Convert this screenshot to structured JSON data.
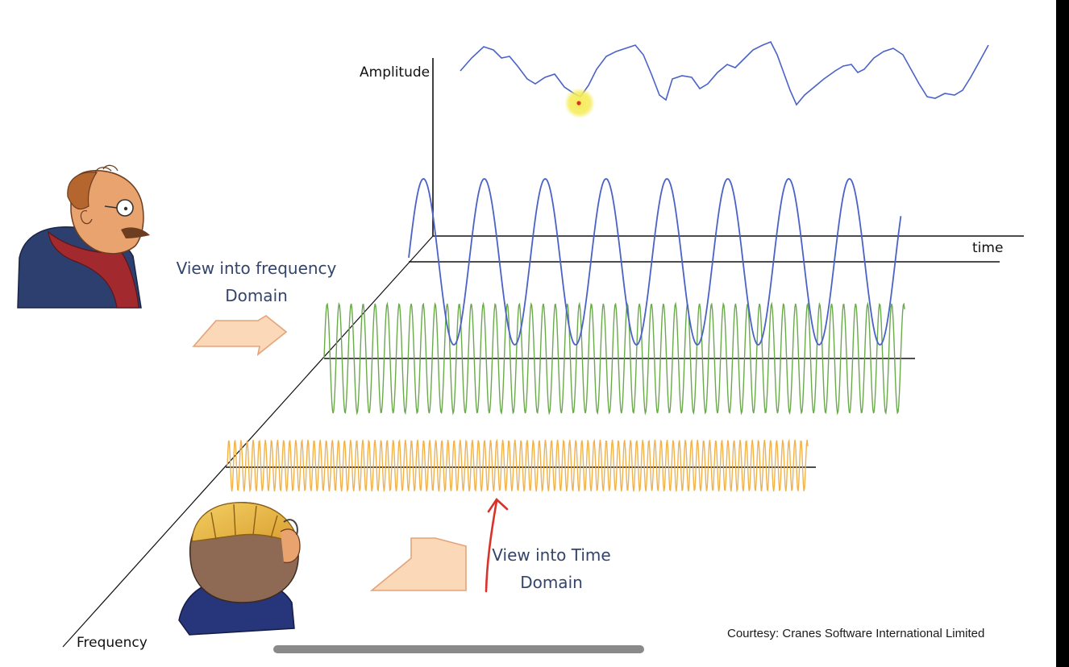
{
  "labels": {
    "amplitude": "Amplitude",
    "time": "time",
    "frequency": "Frequency",
    "view_frequency_line1": "View into frequency",
    "view_frequency_line2": "Domain",
    "view_time_line1": "View into Time",
    "view_time_line2": "Domain",
    "courtesy": "Courtesy: Cranes Software International Limited"
  },
  "colors": {
    "composite_wave": "#4a62c8",
    "low_freq_wave": "#4a62c8",
    "mid_freq_wave": "#6aaa4a",
    "high_freq_wave": "#f2b24a",
    "axis": "#111111",
    "arrow_fill": "#fbd9b8",
    "arrow_stroke": "#e3a37a",
    "pen_annotation": "#d8332a",
    "cursor_highlight": "#f6ec5a"
  },
  "icons": {
    "frequency_viewer": "cartoon-man-side-view-icon",
    "time_viewer": "cartoon-man-back-view-icon"
  }
}
